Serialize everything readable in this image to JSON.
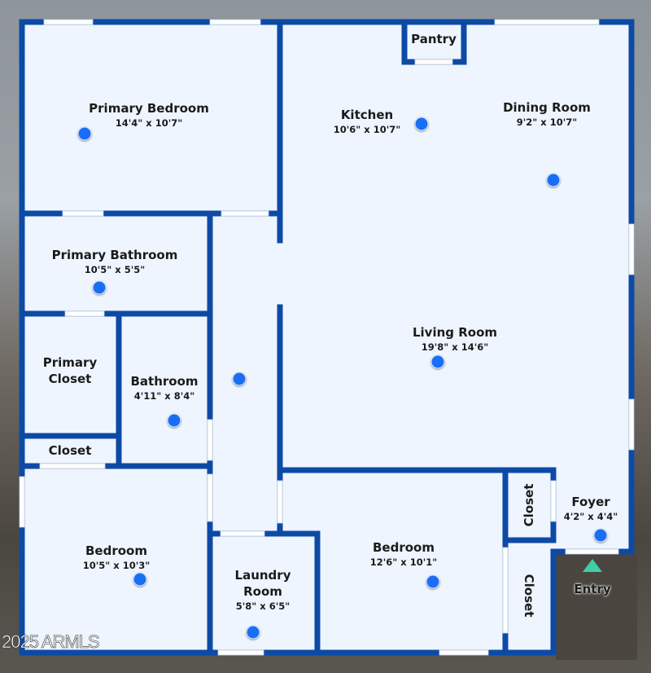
{
  "floorplan": {
    "colors": {
      "wall": "#0d4aa6",
      "floor": "#eef5fe",
      "marker": "#1a6ef5",
      "entry": "#3ecfa6"
    },
    "rooms": {
      "primary_bedroom": {
        "name": "Primary Bedroom",
        "dims": "14'4\" x 10'7\""
      },
      "kitchen": {
        "name": "Kitchen",
        "dims": "10'6\" x 10'7\""
      },
      "pantry": {
        "name": "Pantry"
      },
      "dining_room": {
        "name": "Dining Room",
        "dims": "9'2\" x 10'7\""
      },
      "primary_bathroom": {
        "name": "Primary Bathroom",
        "dims": "10'5\" x 5'5\""
      },
      "living_room": {
        "name": "Living Room",
        "dims": "19'8\" x 14'6\""
      },
      "primary_closet": {
        "name": "Primary Closet"
      },
      "bathroom": {
        "name": "Bathroom",
        "dims": "4'11\" x 8'4\""
      },
      "closet_small": {
        "name": "Closet"
      },
      "bedroom_1": {
        "name": "Bedroom",
        "dims": "10'5\" x 10'3\""
      },
      "laundry_room": {
        "name": "Laundry Room",
        "dims": "5'8\" x 6'5\""
      },
      "bedroom_2": {
        "name": "Bedroom",
        "dims": "12'6\" x 10'1\""
      },
      "closet_upper": {
        "name": "Closet"
      },
      "closet_lower": {
        "name": "Closet"
      },
      "foyer": {
        "name": "Foyer",
        "dims": "4'2\" x 4'4\""
      }
    },
    "entry_label": "Entry",
    "watermark": "2025 ARMLS"
  }
}
